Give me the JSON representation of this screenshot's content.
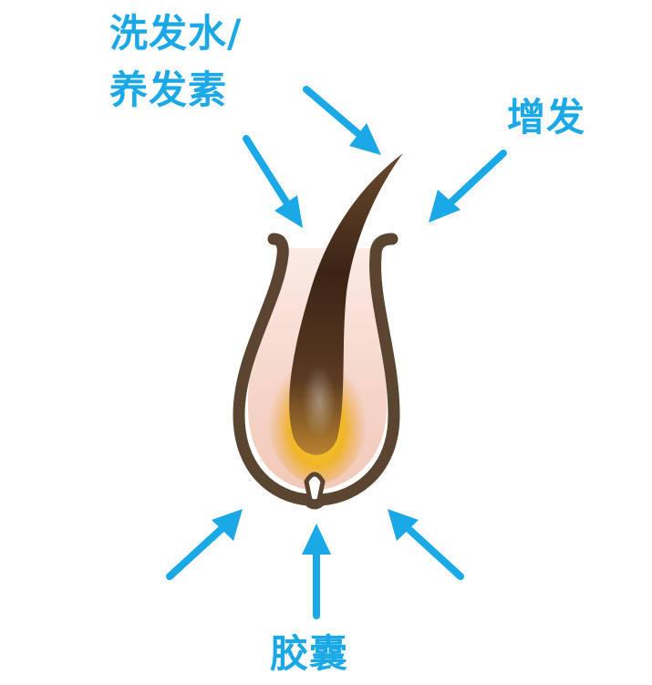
{
  "colors": {
    "label": "#1aa9e6",
    "arrow": "#1aa9e6",
    "skin_line": "#7a6650",
    "follicle_wall": "#5a4630",
    "hair_dark": "#3b2414",
    "bulb_glow": "#f3c320"
  },
  "labels": {
    "shampoo_line1": "洗发水/",
    "shampoo_line2": "养发素",
    "hair_growth": "增发",
    "follicle": "胶囊"
  }
}
